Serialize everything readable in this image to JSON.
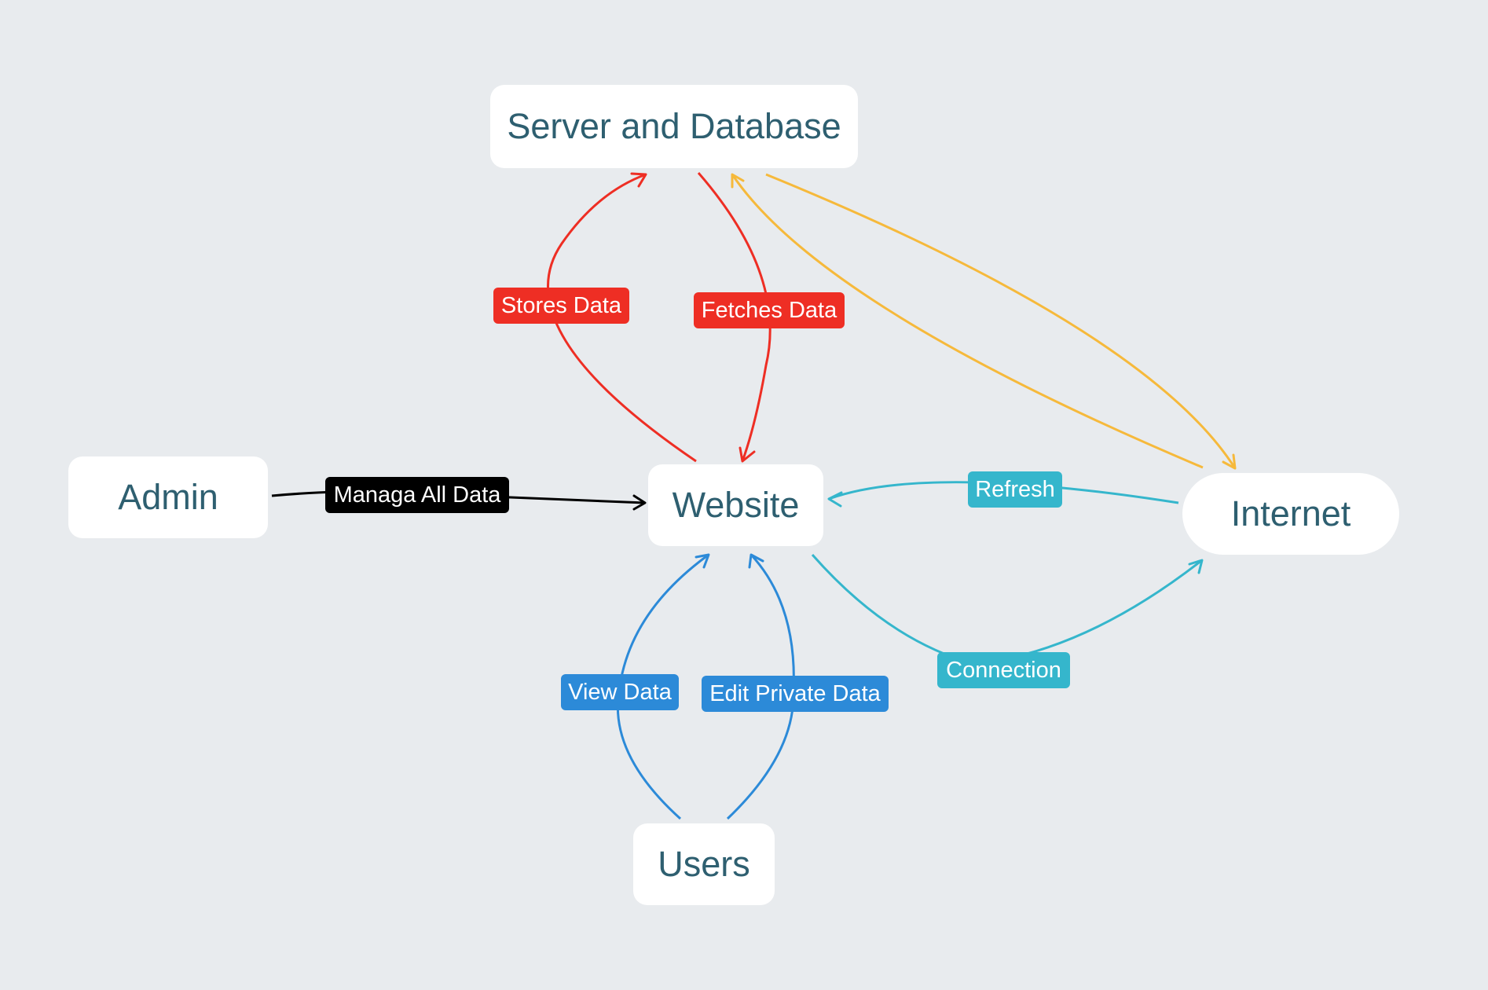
{
  "colors": {
    "background": "#e8ebee",
    "node_fill": "#ffffff",
    "node_text": "#2e5f70",
    "red": "#ee2e24",
    "orange": "#f6b93b",
    "teal": "#35b6cc",
    "blue": "#2c8ad8",
    "black": "#000000"
  },
  "nodes": {
    "server": {
      "label": "Server and Database"
    },
    "admin": {
      "label": "Admin"
    },
    "website": {
      "label": "Website"
    },
    "internet": {
      "label": "Internet"
    },
    "users": {
      "label": "Users"
    }
  },
  "edges": {
    "stores_data": {
      "label": "Stores Data",
      "from": "website",
      "to": "server"
    },
    "fetches_data": {
      "label": "Fetches Data",
      "from": "server",
      "to": "website"
    },
    "manage_all_data": {
      "label": "Managa All Data",
      "from": "admin",
      "to": "website"
    },
    "refresh": {
      "label": "Refresh",
      "from": "internet",
      "to": "website"
    },
    "connection": {
      "label": "Connection",
      "from": "website",
      "to": "internet"
    },
    "view_data": {
      "label": "View Data",
      "from": "users",
      "to": "website"
    },
    "edit_private_data": {
      "label": "Edit Private Data",
      "from": "users",
      "to": "website"
    },
    "server_to_internet": {
      "from": "server",
      "to": "internet"
    },
    "internet_to_server": {
      "from": "internet",
      "to": "server"
    }
  }
}
